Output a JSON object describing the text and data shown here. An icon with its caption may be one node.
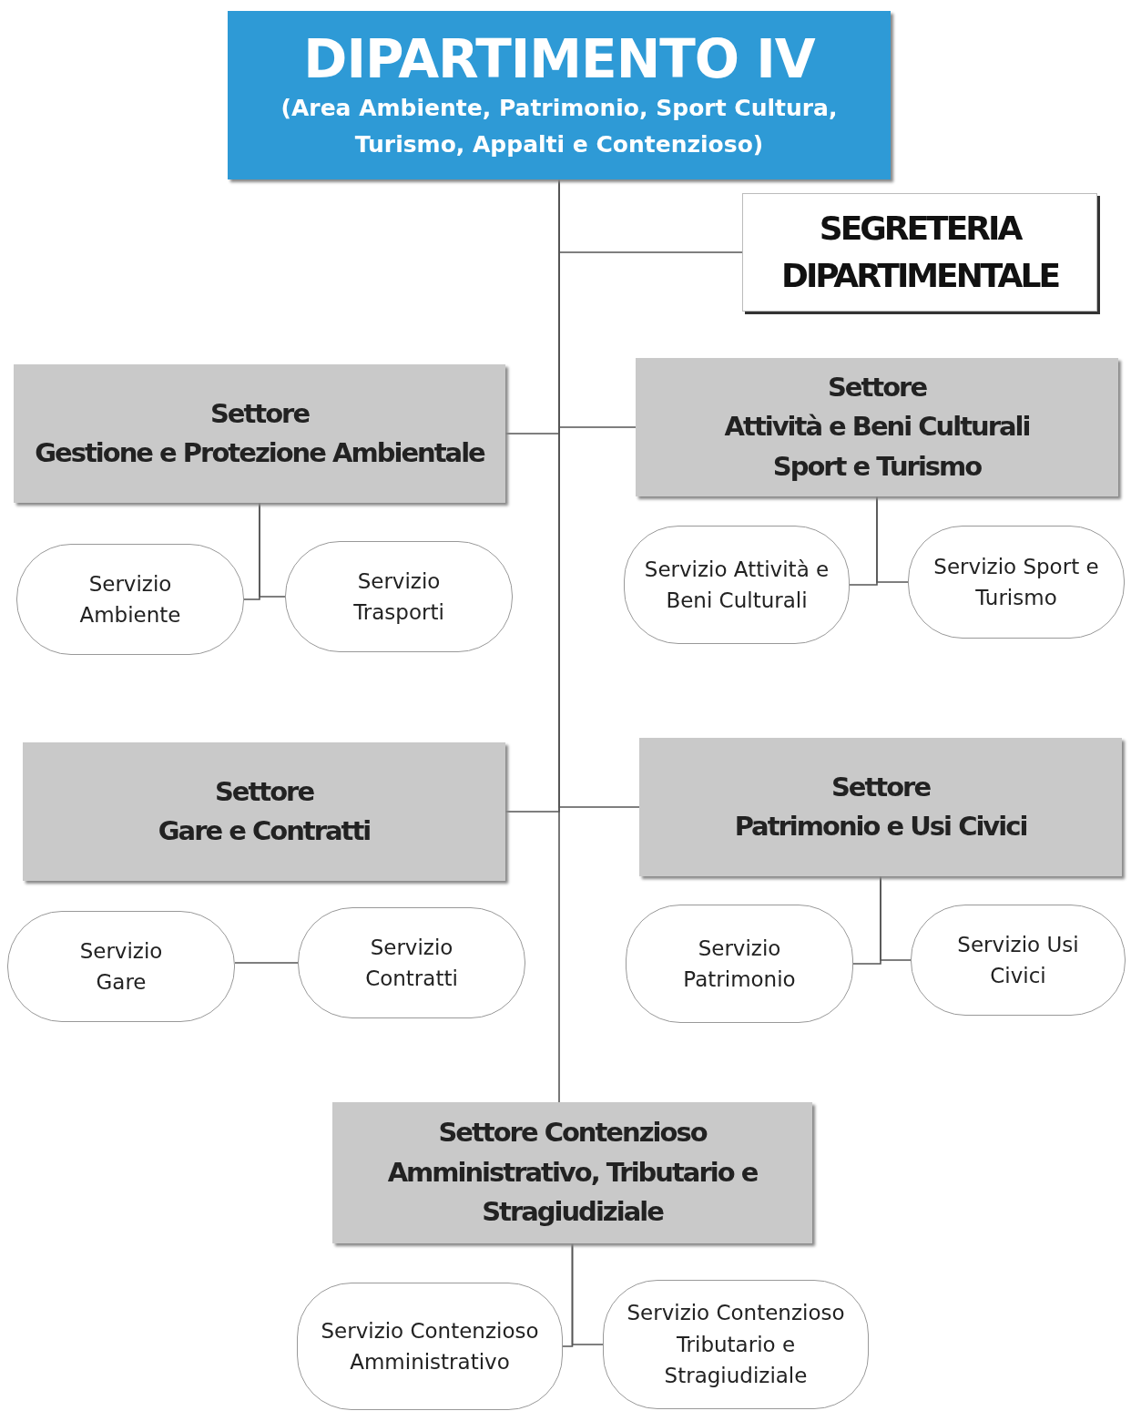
{
  "diagram": {
    "nodes": [
      {
        "text": [
          "DIPARTIMENTO IV",
          "(Area Ambiente, Patrimonio, Sport Cultura, Turismo, Appalti e Contenzioso)"
        ]
      },
      {
        "text": [
          "SEGRETERIA DIPARTIMENTALE"
        ]
      },
      {
        "text": [
          "Settore",
          "Gestione e Protezione Ambientale"
        ]
      },
      {
        "text": [
          "Settore",
          "Attività e Beni Culturali Sport e Turismo"
        ]
      },
      {
        "text": [
          "Servizio Ambiente"
        ]
      },
      {
        "text": [
          "Servizio Trasporti"
        ]
      },
      {
        "text": [
          "Servizio Attività e Beni Culturali"
        ]
      },
      {
        "text": [
          "Servizio Sport e Turismo"
        ]
      },
      {
        "text": [
          "Settore",
          "Gare e Contratti"
        ]
      },
      {
        "text": [
          "Settore",
          "Patrimonio e Usi Civici"
        ]
      },
      {
        "text": [
          "Servizio Gare"
        ]
      },
      {
        "text": [
          "Servizio Contratti"
        ]
      },
      {
        "text": [
          "Servizio Patrimonio"
        ]
      },
      {
        "text": [
          "Servizio Usi Civici"
        ]
      },
      {
        "text": [
          "Settore Contenzioso Amministrativo, Tributario e Stragiudiziale"
        ]
      },
      {
        "text": [
          "Servizio Contenzioso Amministrativo"
        ]
      },
      {
        "text": [
          "Servizio Contenzioso Tributario e Stragiudiziale"
        ]
      }
    ],
    "edges": [
      {
        "from": 0,
        "to": 1,
        "arrow": "none"
      },
      {
        "from": 0,
        "to": 2,
        "arrow": "none"
      },
      {
        "from": 0,
        "to": 3,
        "arrow": "none"
      },
      {
        "from": 0,
        "to": 8,
        "arrow": "none"
      },
      {
        "from": 0,
        "to": 9,
        "arrow": "none"
      },
      {
        "from": 0,
        "to": 14,
        "arrow": "none"
      },
      {
        "from": 2,
        "to": 4,
        "arrow": "none"
      },
      {
        "from": 2,
        "to": 5,
        "arrow": "none"
      },
      {
        "from": 3,
        "to": 6,
        "arrow": "none"
      },
      {
        "from": 3,
        "to": 7,
        "arrow": "none"
      },
      {
        "from": 10,
        "to": 11,
        "arrow": "none"
      },
      {
        "from": 9,
        "to": 12,
        "arrow": "none"
      },
      {
        "from": 9,
        "to": 13,
        "arrow": "none"
      },
      {
        "from": 14,
        "to": 15,
        "arrow": "none"
      },
      {
        "from": 14,
        "to": 16,
        "arrow": "none"
      }
    ]
  }
}
